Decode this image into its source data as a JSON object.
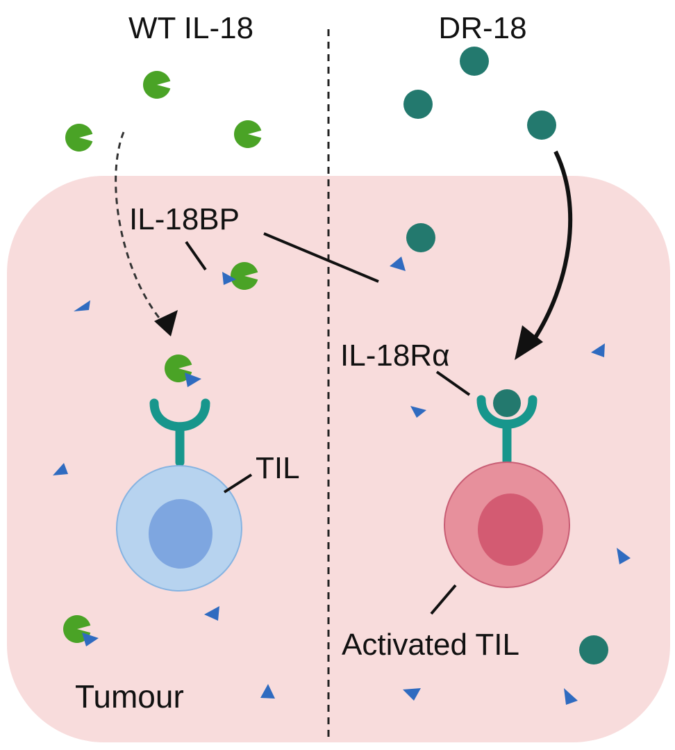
{
  "labels": {
    "left_header": "WT IL-18",
    "right_header": "DR-18",
    "binding_protein": "IL-18BP",
    "receptor": "IL-18Rα",
    "t_cell": "TIL",
    "activated_t_cell": "Activated TIL",
    "tumour": "Tumour"
  },
  "colors": {
    "tumour_fill": "#f8dcdc",
    "wt_il18": "#4aa326",
    "dr18": "#23796e",
    "il18bp": "#2f6bc0",
    "receptor": "#17968c",
    "til_body": "#b7d3ef",
    "til_nucleus": "#7ea6e0",
    "activated_body": "#e7909c",
    "activated_nucleus": "#d35b72"
  }
}
